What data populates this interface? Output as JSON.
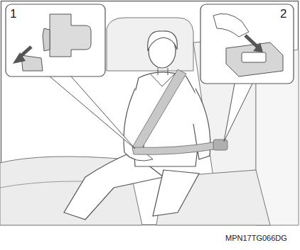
{
  "diagram": {
    "labels": [
      "1",
      "2",
      "MPN17TG066DG"
    ]
  }
}
